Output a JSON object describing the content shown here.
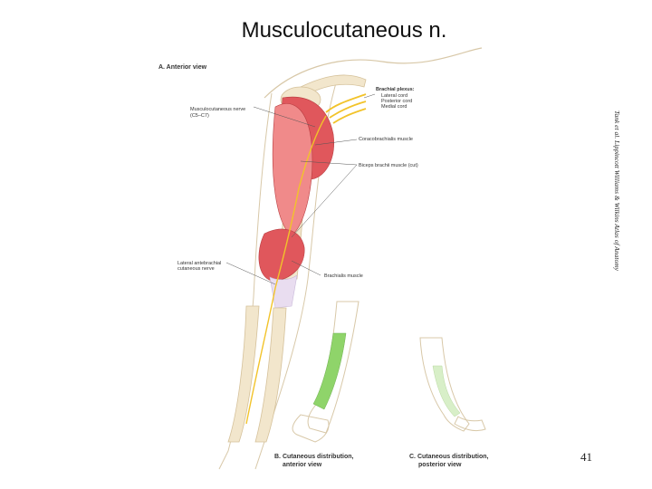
{
  "slide": {
    "title": "Musculocutaneous n.",
    "page_number": "41",
    "credit": "Tank et al. Lippincott Williams & Wilkins Atlas of Anatomy"
  },
  "figure": {
    "panel_a_title": "A. Anterior view",
    "labels": {
      "brachial_plexus": "Brachial plexus:",
      "lateral_cord": "Lateral cord",
      "posterior_cord": "Posterior cord",
      "medial_cord": "Medial cord",
      "musculocutaneous_nerve": "Musculocutaneous nerve",
      "musculocutaneous_roots": "(C5–C7)",
      "coracobrachialis": "Coracobrachialis muscle",
      "biceps": "Biceps brachii muscle (cut)",
      "lateral_antebrachial_1": "Lateral antebrachial",
      "lateral_antebrachial_2": "cutaneous nerve",
      "brachialis": "Brachialis muscle"
    },
    "panel_b_title_1": "B. Cutaneous distribution,",
    "panel_b_title_2": "anterior view",
    "panel_c_title_1": "C. Cutaneous distribution,",
    "panel_c_title_2": "posterior view",
    "colors": {
      "muscle": "#e0575c",
      "muscle_light": "#f08a8a",
      "bone": "#f2e6cc",
      "nerve": "#f2c32a",
      "skin_outline": "#d8c8a8",
      "cutaneous_zone": "#8fd46a"
    }
  }
}
